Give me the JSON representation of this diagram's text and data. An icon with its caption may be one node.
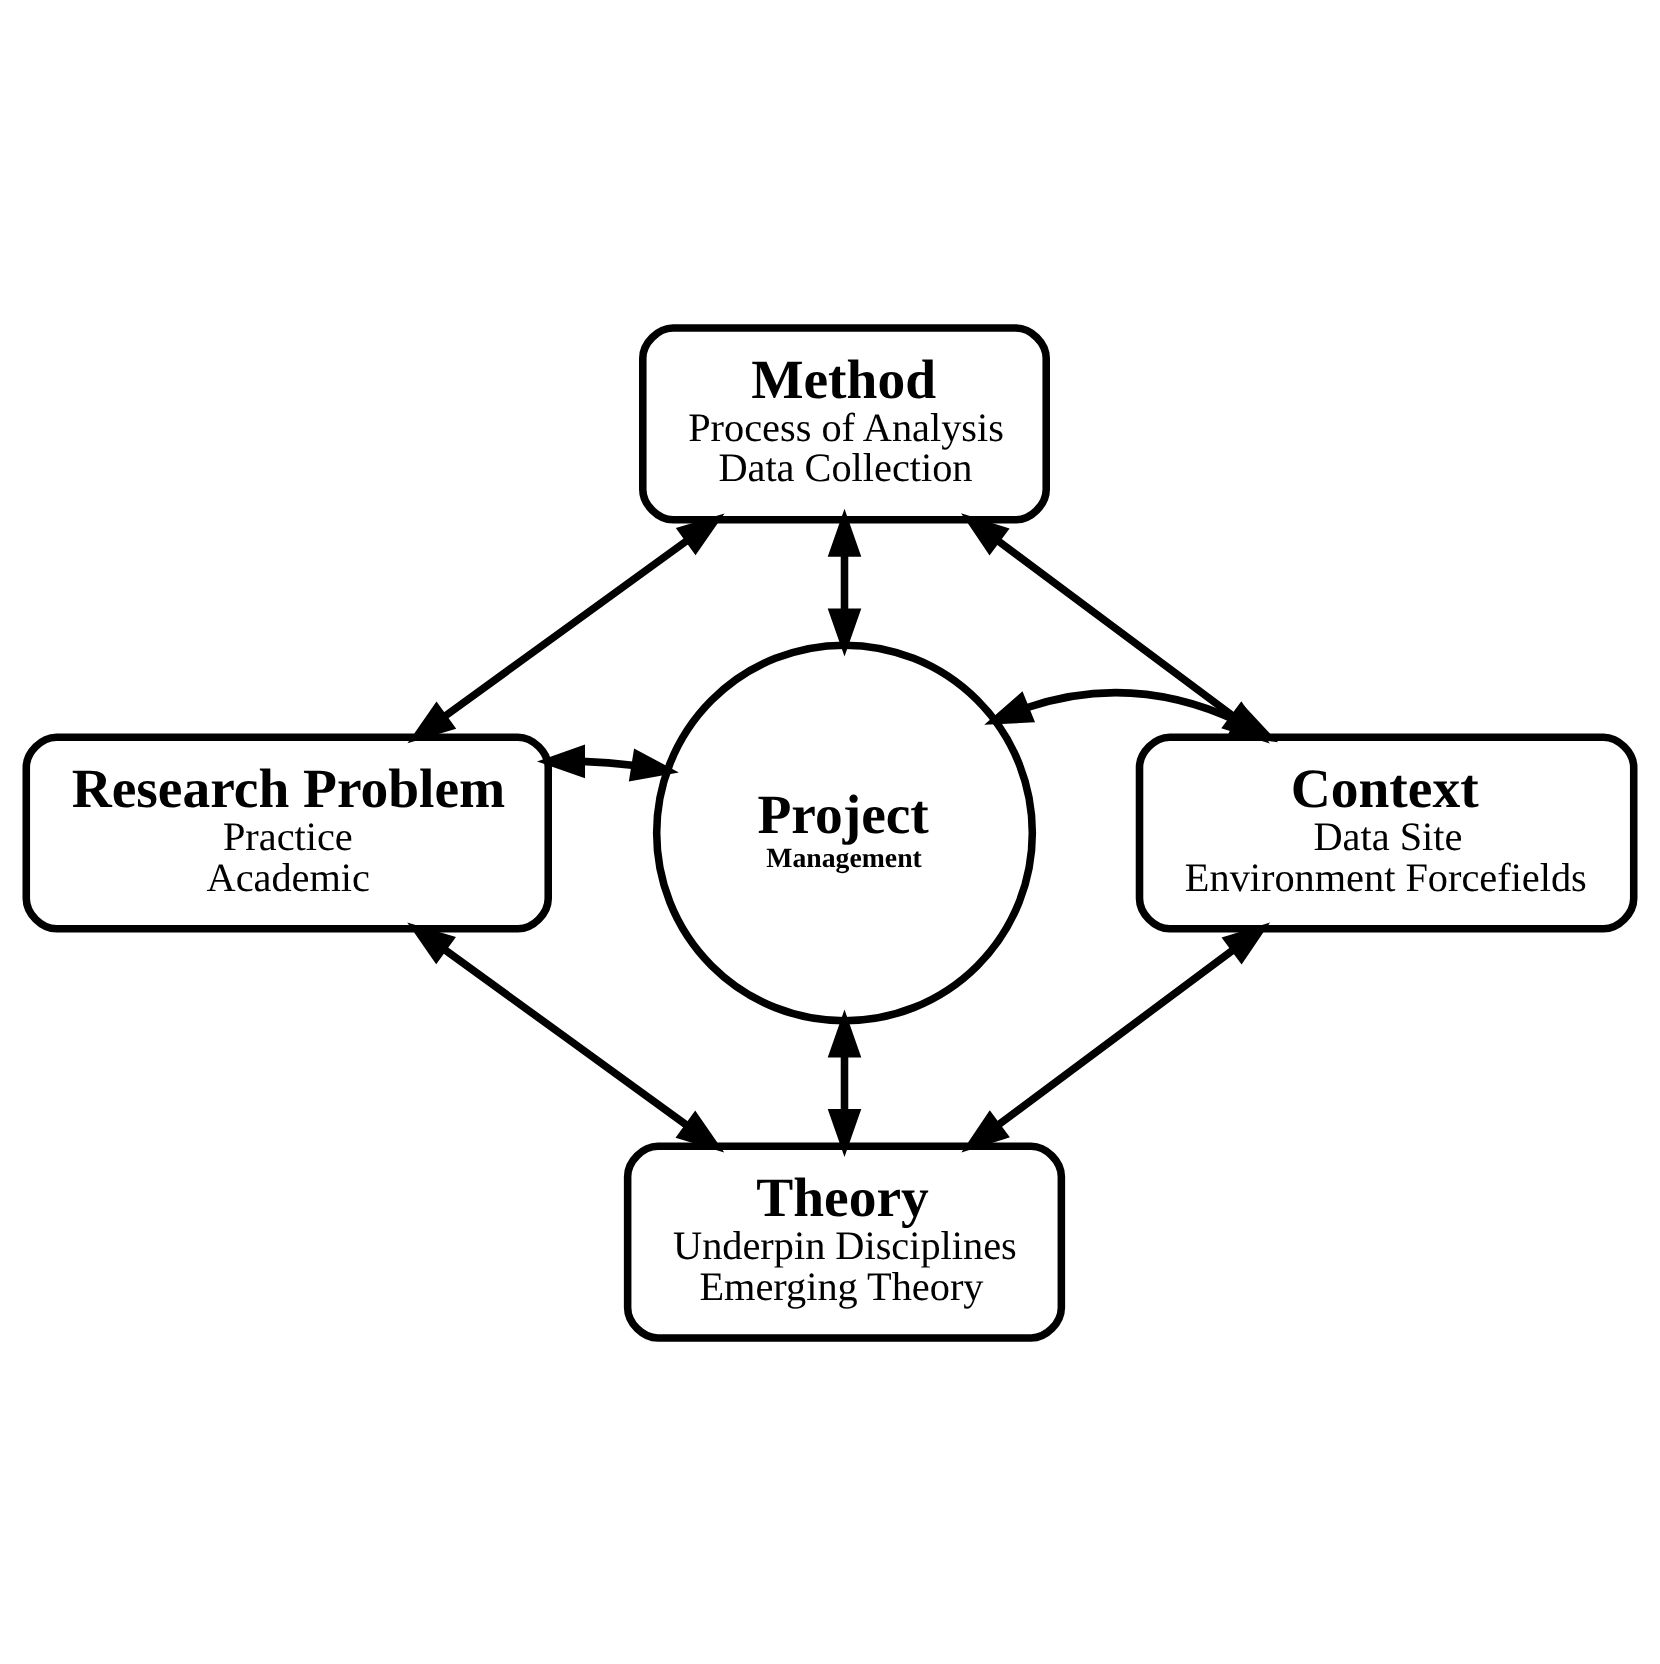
{
  "diagram": {
    "nodes": [
      {
        "text": [
          "Project",
          "Management"
        ]
      },
      {
        "text": [
          "Method",
          "Process of Analysis",
          "Data Collection"
        ]
      },
      {
        "text": [
          "Context",
          "Data Site",
          "Environment Forcefields"
        ]
      },
      {
        "text": [
          "Theory",
          "Underpin Disciplines",
          "Emerging Theory"
        ]
      },
      {
        "text": [
          "Research Problem",
          "Practice",
          "Academic"
        ]
      }
    ],
    "edges": [
      {
        "from": 0,
        "to": 1,
        "arrow": "both"
      },
      {
        "from": 0,
        "to": 2,
        "arrow": "both"
      },
      {
        "from": 0,
        "to": 3,
        "arrow": "both"
      },
      {
        "from": 0,
        "to": 4,
        "arrow": "both"
      },
      {
        "from": 4,
        "to": 1,
        "arrow": "both"
      },
      {
        "from": 1,
        "to": 2,
        "arrow": "both"
      },
      {
        "from": 2,
        "to": 3,
        "arrow": "both"
      },
      {
        "from": 4,
        "to": 3,
        "arrow": "both"
      }
    ]
  }
}
